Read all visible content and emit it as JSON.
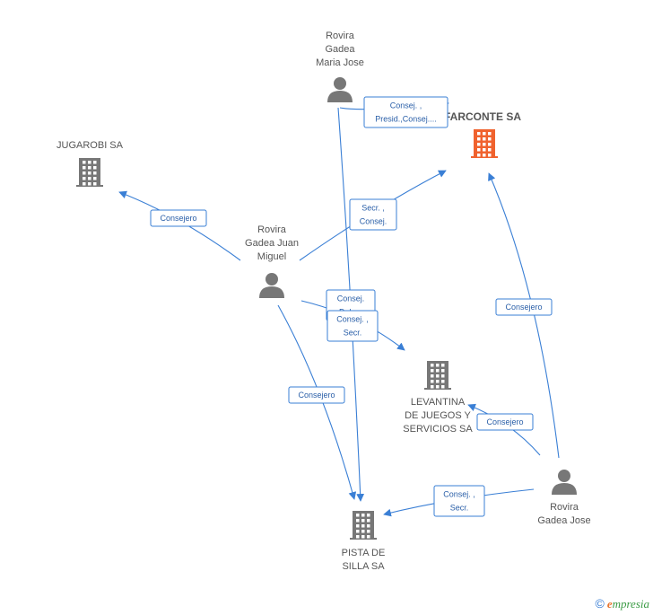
{
  "colors": {
    "edge": "#3a7fd5",
    "node": "#777777",
    "highlight": "#f0622e"
  },
  "nodes": [
    {
      "id": "farconte",
      "type": "company",
      "icon": "building-icon",
      "label": [
        "FARCONTE SA"
      ],
      "highlight": true
    },
    {
      "id": "jugarobi",
      "type": "company",
      "icon": "building-icon",
      "label": [
        "JUGAROBI SA"
      ]
    },
    {
      "id": "levantina",
      "type": "company",
      "icon": "building-icon",
      "label": [
        "LEVANTINA",
        "DE JUEGOS Y",
        "SERVICIOS SA"
      ]
    },
    {
      "id": "pista",
      "type": "company",
      "icon": "building-icon",
      "label": [
        "PISTA DE",
        "SILLA SA"
      ]
    },
    {
      "id": "mariajose",
      "type": "person",
      "icon": "person-icon",
      "label": [
        "Rovira",
        "Gadea",
        "Maria Jose"
      ]
    },
    {
      "id": "juanmiguel",
      "type": "person",
      "icon": "person-icon",
      "label": [
        "Rovira",
        "Gadea Juan",
        "Miguel"
      ]
    },
    {
      "id": "jose",
      "type": "person",
      "icon": "person-icon",
      "label": [
        "Rovira",
        "Gadea Jose"
      ]
    }
  ],
  "edges": [
    {
      "from": "mariajose",
      "to": "farconte",
      "label": [
        "Consej. ,",
        "Presid.,Consej...."
      ]
    },
    {
      "from": "mariajose",
      "to": "pista",
      "label": [
        "Consej.",
        "Del.,..."
      ]
    },
    {
      "from": "juanmiguel",
      "to": "jugarobi",
      "label": [
        "Consejero"
      ]
    },
    {
      "from": "juanmiguel",
      "to": "farconte",
      "label": [
        "Secr. ,",
        "Consej."
      ]
    },
    {
      "from": "juanmiguel",
      "to": "levantina",
      "label": [
        "Consej. ,",
        "Secr."
      ]
    },
    {
      "from": "juanmiguel",
      "to": "pista",
      "label": [
        "Consejero"
      ]
    },
    {
      "from": "jose",
      "to": "farconte",
      "label": [
        "Consejero"
      ]
    },
    {
      "from": "jose",
      "to": "levantina",
      "label": [
        "Consejero"
      ]
    },
    {
      "from": "jose",
      "to": "pista",
      "label": [
        "Consej. ,",
        "Secr."
      ]
    }
  ],
  "copyright": {
    "symbol": "©",
    "brand_initial": "e",
    "brand_rest": "mpresia"
  }
}
